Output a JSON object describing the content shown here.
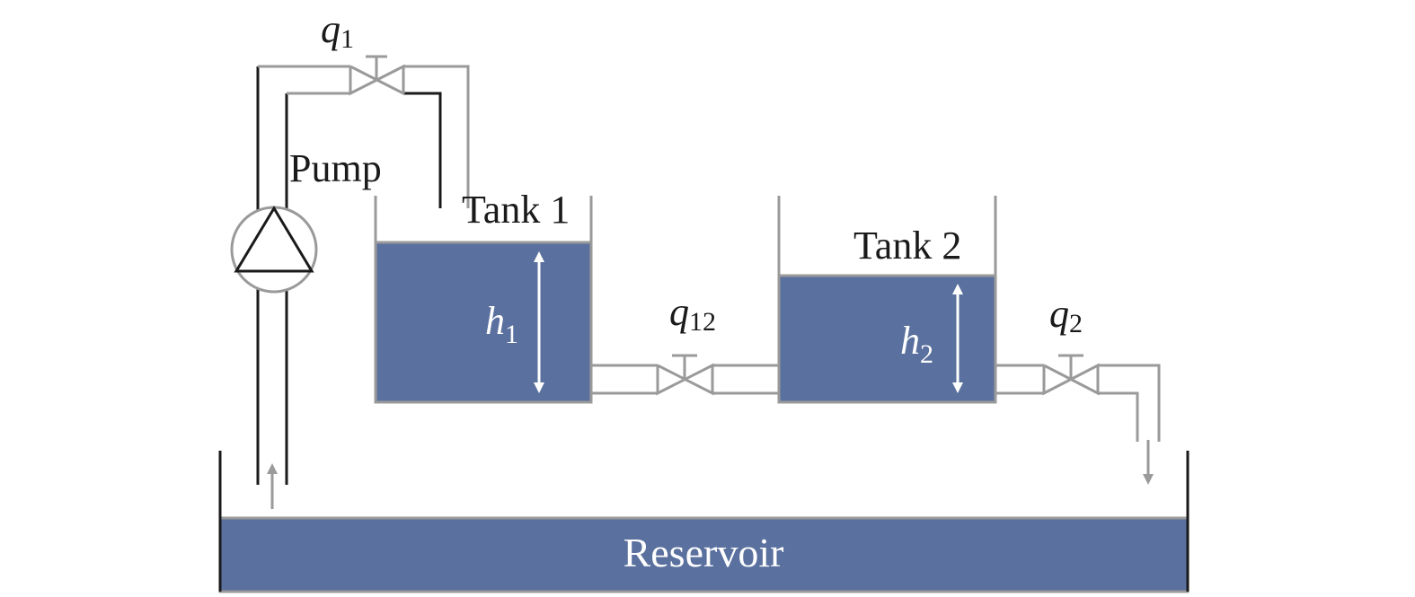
{
  "labels": {
    "pump": "Pump",
    "tank1": "Tank 1",
    "tank2": "Tank 2",
    "reservoir": "Reservoir"
  },
  "flows": {
    "q1": {
      "symbol": "q",
      "sub": "1"
    },
    "q12": {
      "symbol": "q",
      "sub": "12"
    },
    "q2": {
      "symbol": "q",
      "sub": "2"
    }
  },
  "levels": {
    "h1": {
      "symbol": "h",
      "sub": "1"
    },
    "h2": {
      "symbol": "h",
      "sub": "2"
    }
  },
  "colors": {
    "water": "#5a709e",
    "pipe": "#9a9a9a",
    "outline": "#1a1a1a"
  }
}
